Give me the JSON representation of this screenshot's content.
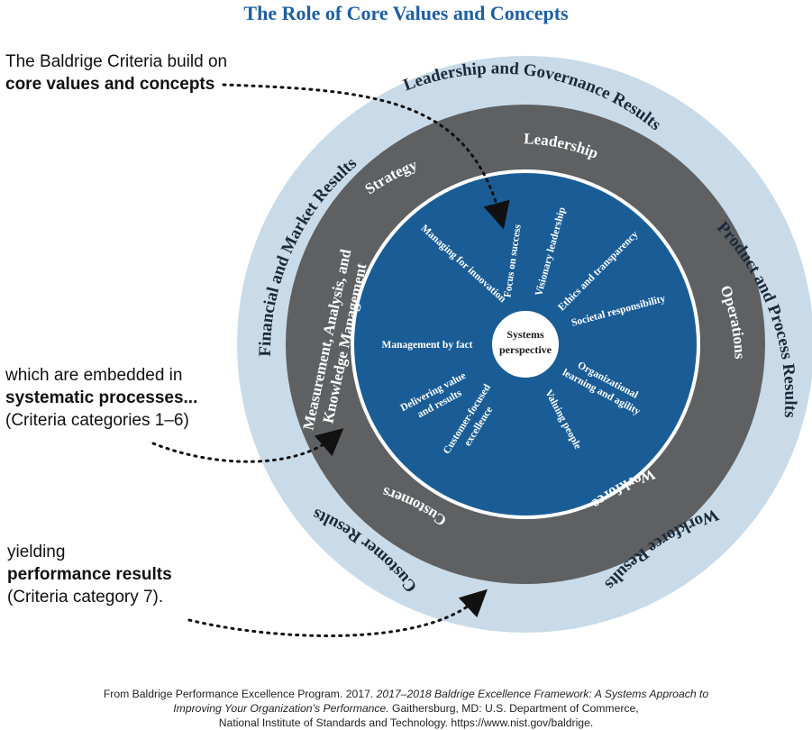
{
  "title": "The Role of Core Values and Concepts",
  "notes": {
    "top": {
      "line1": "The Baldrige Criteria build on",
      "line2": "core values and concepts"
    },
    "middle": {
      "line1": "which are embedded in",
      "line2": "systematic processes...",
      "line3": "(Criteria categories 1–6)"
    },
    "bottom": {
      "line1": "yielding",
      "line2": "performance results",
      "line3": "(Criteria category 7)."
    }
  },
  "outer_ring": {
    "leadership_governance": "Leadership and Governance Results",
    "product_process": "Product and Process Results",
    "workforce_results": "Workforce Results",
    "customer_results": "Customer Results",
    "financial_market": "Financial and Market Results"
  },
  "middle_ring": {
    "leadership": "Leadership",
    "strategy": "Strategy",
    "operations": "Operations",
    "workforce": "Workforce",
    "customers": "Customers",
    "measurement_line1": "Measurement, Analysis, and",
    "measurement_line2": "Knowledge Management"
  },
  "core": {
    "center_line1": "Systems",
    "center_line2": "perspective",
    "focus_on_success": "Focus on success",
    "visionary_leadership": "Visionary leadership",
    "ethics_transparency": "Ethics and transparency",
    "societal_responsibility": "Societal responsibility",
    "org_learning_line1": "Organizational",
    "org_learning_line2": "learning and agility",
    "valuing_people": "Valuing people",
    "customer_focused_line1": "Customer-focused",
    "customer_focused_line2": "excellence",
    "delivering_value_line1": "Delivering value",
    "delivering_value_line2": "and results",
    "management_by_fact": "Management by fact",
    "managing_innovation": "Managing for innovation"
  },
  "caption": {
    "line1_plain": "From Baldrige Performance Excellence Program. 2017. ",
    "line1_italic": "2017–2018 Baldrige Excellence Framework: A Systems Approach to",
    "line2_italic": "Improving Your Organization’s Performance.",
    "line2_plain": " Gaithersburg, MD: U.S. Department of Commerce,",
    "line3": "National Institute of Standards and Technology. https://www.nist.gov/baldrige."
  },
  "colors": {
    "title": "#1f5fa0",
    "outer_ring": "#c9dbe8",
    "middle_ring": "#5f6062",
    "core": "#1a5d96"
  }
}
